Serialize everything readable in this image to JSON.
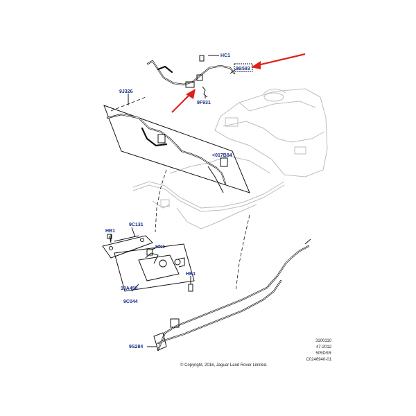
{
  "colors": {
    "callout_text": "#1a2f8c",
    "arrow": "#e0201b",
    "line": "#111111",
    "ghost_outline": "#bdbdbd"
  },
  "callouts": {
    "hc1": "HC1",
    "9b593": "9B593",
    "9f931": "9F931",
    "9j326": "9J326",
    "017b84": "<017B84",
    "hb1_left": "HB1",
    "9c131": "9C131",
    "hn1": "HN1",
    "hb1_right": "HB1",
    "18a458": "18A458",
    "9c044": "9C044",
    "9s284": "9S284"
  },
  "metadata": {
    "line1": "3100110",
    "line2": "47-2012",
    "line3": "505DSR",
    "line4": "C0246940-01"
  },
  "copyright": "© Copyright, 2016, Jaguar Land Rover Limited."
}
